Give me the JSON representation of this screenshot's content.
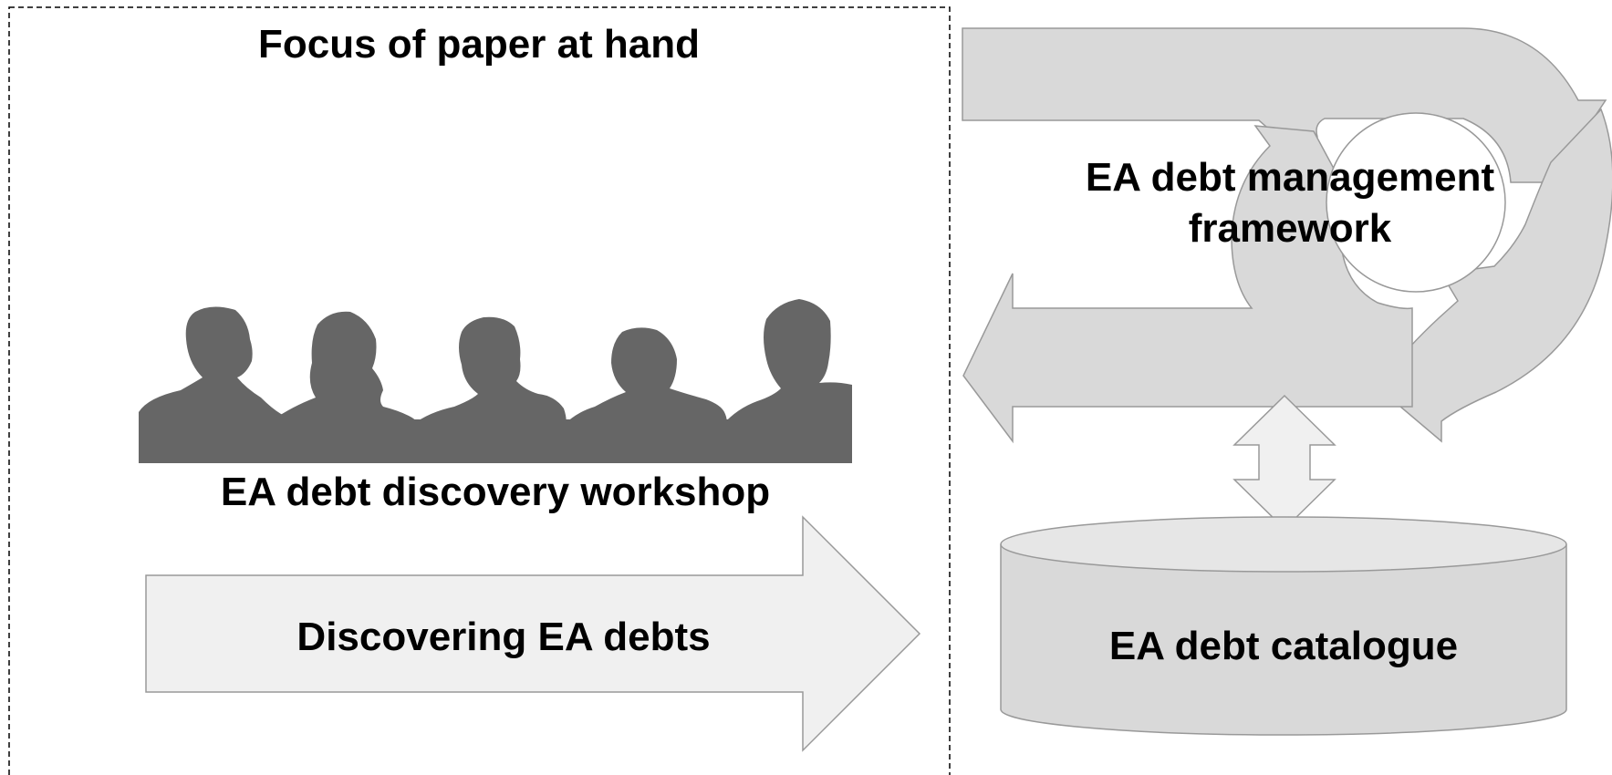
{
  "focus_box": {
    "title": "Focus of paper at hand"
  },
  "workshop": {
    "label": "EA debt discovery workshop",
    "icon": "people-silhouette-icon"
  },
  "discovery_arrow": {
    "label": "Discovering EA debts"
  },
  "framework": {
    "label_line1": "EA debt management",
    "label_line2": "framework",
    "icon": "cycle-arrows-icon"
  },
  "catalogue": {
    "label": "EA debt catalogue",
    "icon": "database-cylinder-icon"
  },
  "link": {
    "icon": "double-headed-arrow-icon"
  },
  "colors": {
    "silhouette": "#666666",
    "shape_fill": "#d9d9d9",
    "arrow_fill": "#f0f0f0",
    "outline": "#999999",
    "text": "#000000",
    "dashed_border": "#000000"
  }
}
